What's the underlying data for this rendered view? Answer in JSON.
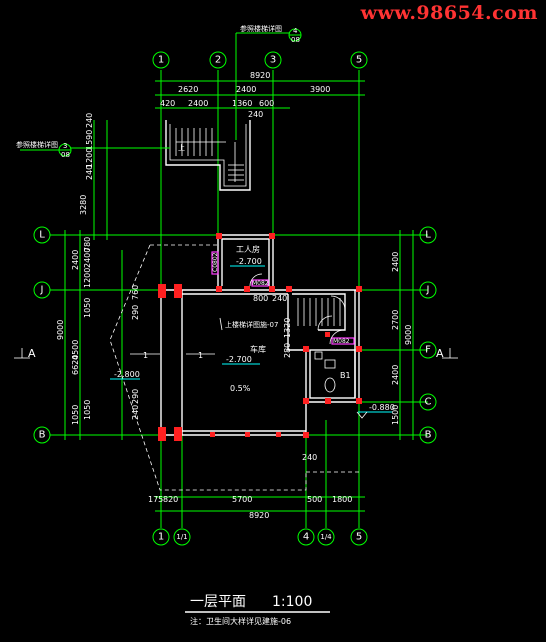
{
  "watermark": "www.98654.com",
  "axes_top": [
    "1",
    "2",
    "3",
    "5"
  ],
  "axes_bottom": [
    "1",
    "1/1",
    "4",
    "1/4",
    "5"
  ],
  "axes_left": [
    "L",
    "J",
    "B"
  ],
  "axes_right": [
    "L",
    "J",
    "F",
    "C",
    "B"
  ],
  "dims_top": {
    "overall": "8920",
    "row2": [
      "2620",
      "2400",
      "3900"
    ],
    "row3": [
      "420",
      "2400",
      "1360",
      "600"
    ],
    "stair": "240"
  },
  "dims_bottom": {
    "row1": [
      "175",
      "820",
      "5700",
      "500",
      "1800"
    ],
    "overall": "8920",
    "mark": "240"
  },
  "dims_left": {
    "overall": "9000",
    "sub": [
      "6620",
      "2400",
      "4500",
      "1050"
    ],
    "stair": [
      "240",
      "1590",
      "1200",
      "240",
      "3280"
    ],
    "side": [
      "1050",
      "1200",
      "2400",
      "1050",
      "780",
      "290",
      "760",
      "240",
      "290"
    ]
  },
  "dims_right": {
    "overall": "9000",
    "sub": [
      "2400",
      "2700",
      "2400",
      "1500"
    ]
  },
  "dims_misc": [
    "800",
    "240",
    "280",
    "1320",
    "240",
    "1050"
  ],
  "notes": {
    "detail_top": "参照楼梯详图",
    "detail_top_ref": "4",
    "detail_top_sheet": "08",
    "detail_left": "参照楼梯详图",
    "detail_left_ref": "3",
    "detail_left_sheet": "08",
    "stair_note": "上楼梯详图施-07",
    "up": "上"
  },
  "rooms": {
    "worker_room": "工人房",
    "worker_level": "-2.700",
    "garage": "车库",
    "garage_level": "-2.700",
    "slope": "0.5%",
    "left_level": "-2.800",
    "right_level": "-0.880",
    "window_m": "M082",
    "window_m2": "M082",
    "window_c": "C0802",
    "toilet": "B1"
  },
  "section_marks": {
    "left": "A",
    "right": "A",
    "section_1a": "1",
    "section_1b": "1"
  },
  "footer": {
    "title": "一层平面",
    "scale": "1:100",
    "note": "注：卫生间大样详见建施-06"
  },
  "colors": {
    "background": "#000000",
    "axis": "#00ff00",
    "walls": "#ffffff",
    "columns": "#ff2020",
    "doors": "#ff40ff",
    "watermark": "#ff3333"
  }
}
